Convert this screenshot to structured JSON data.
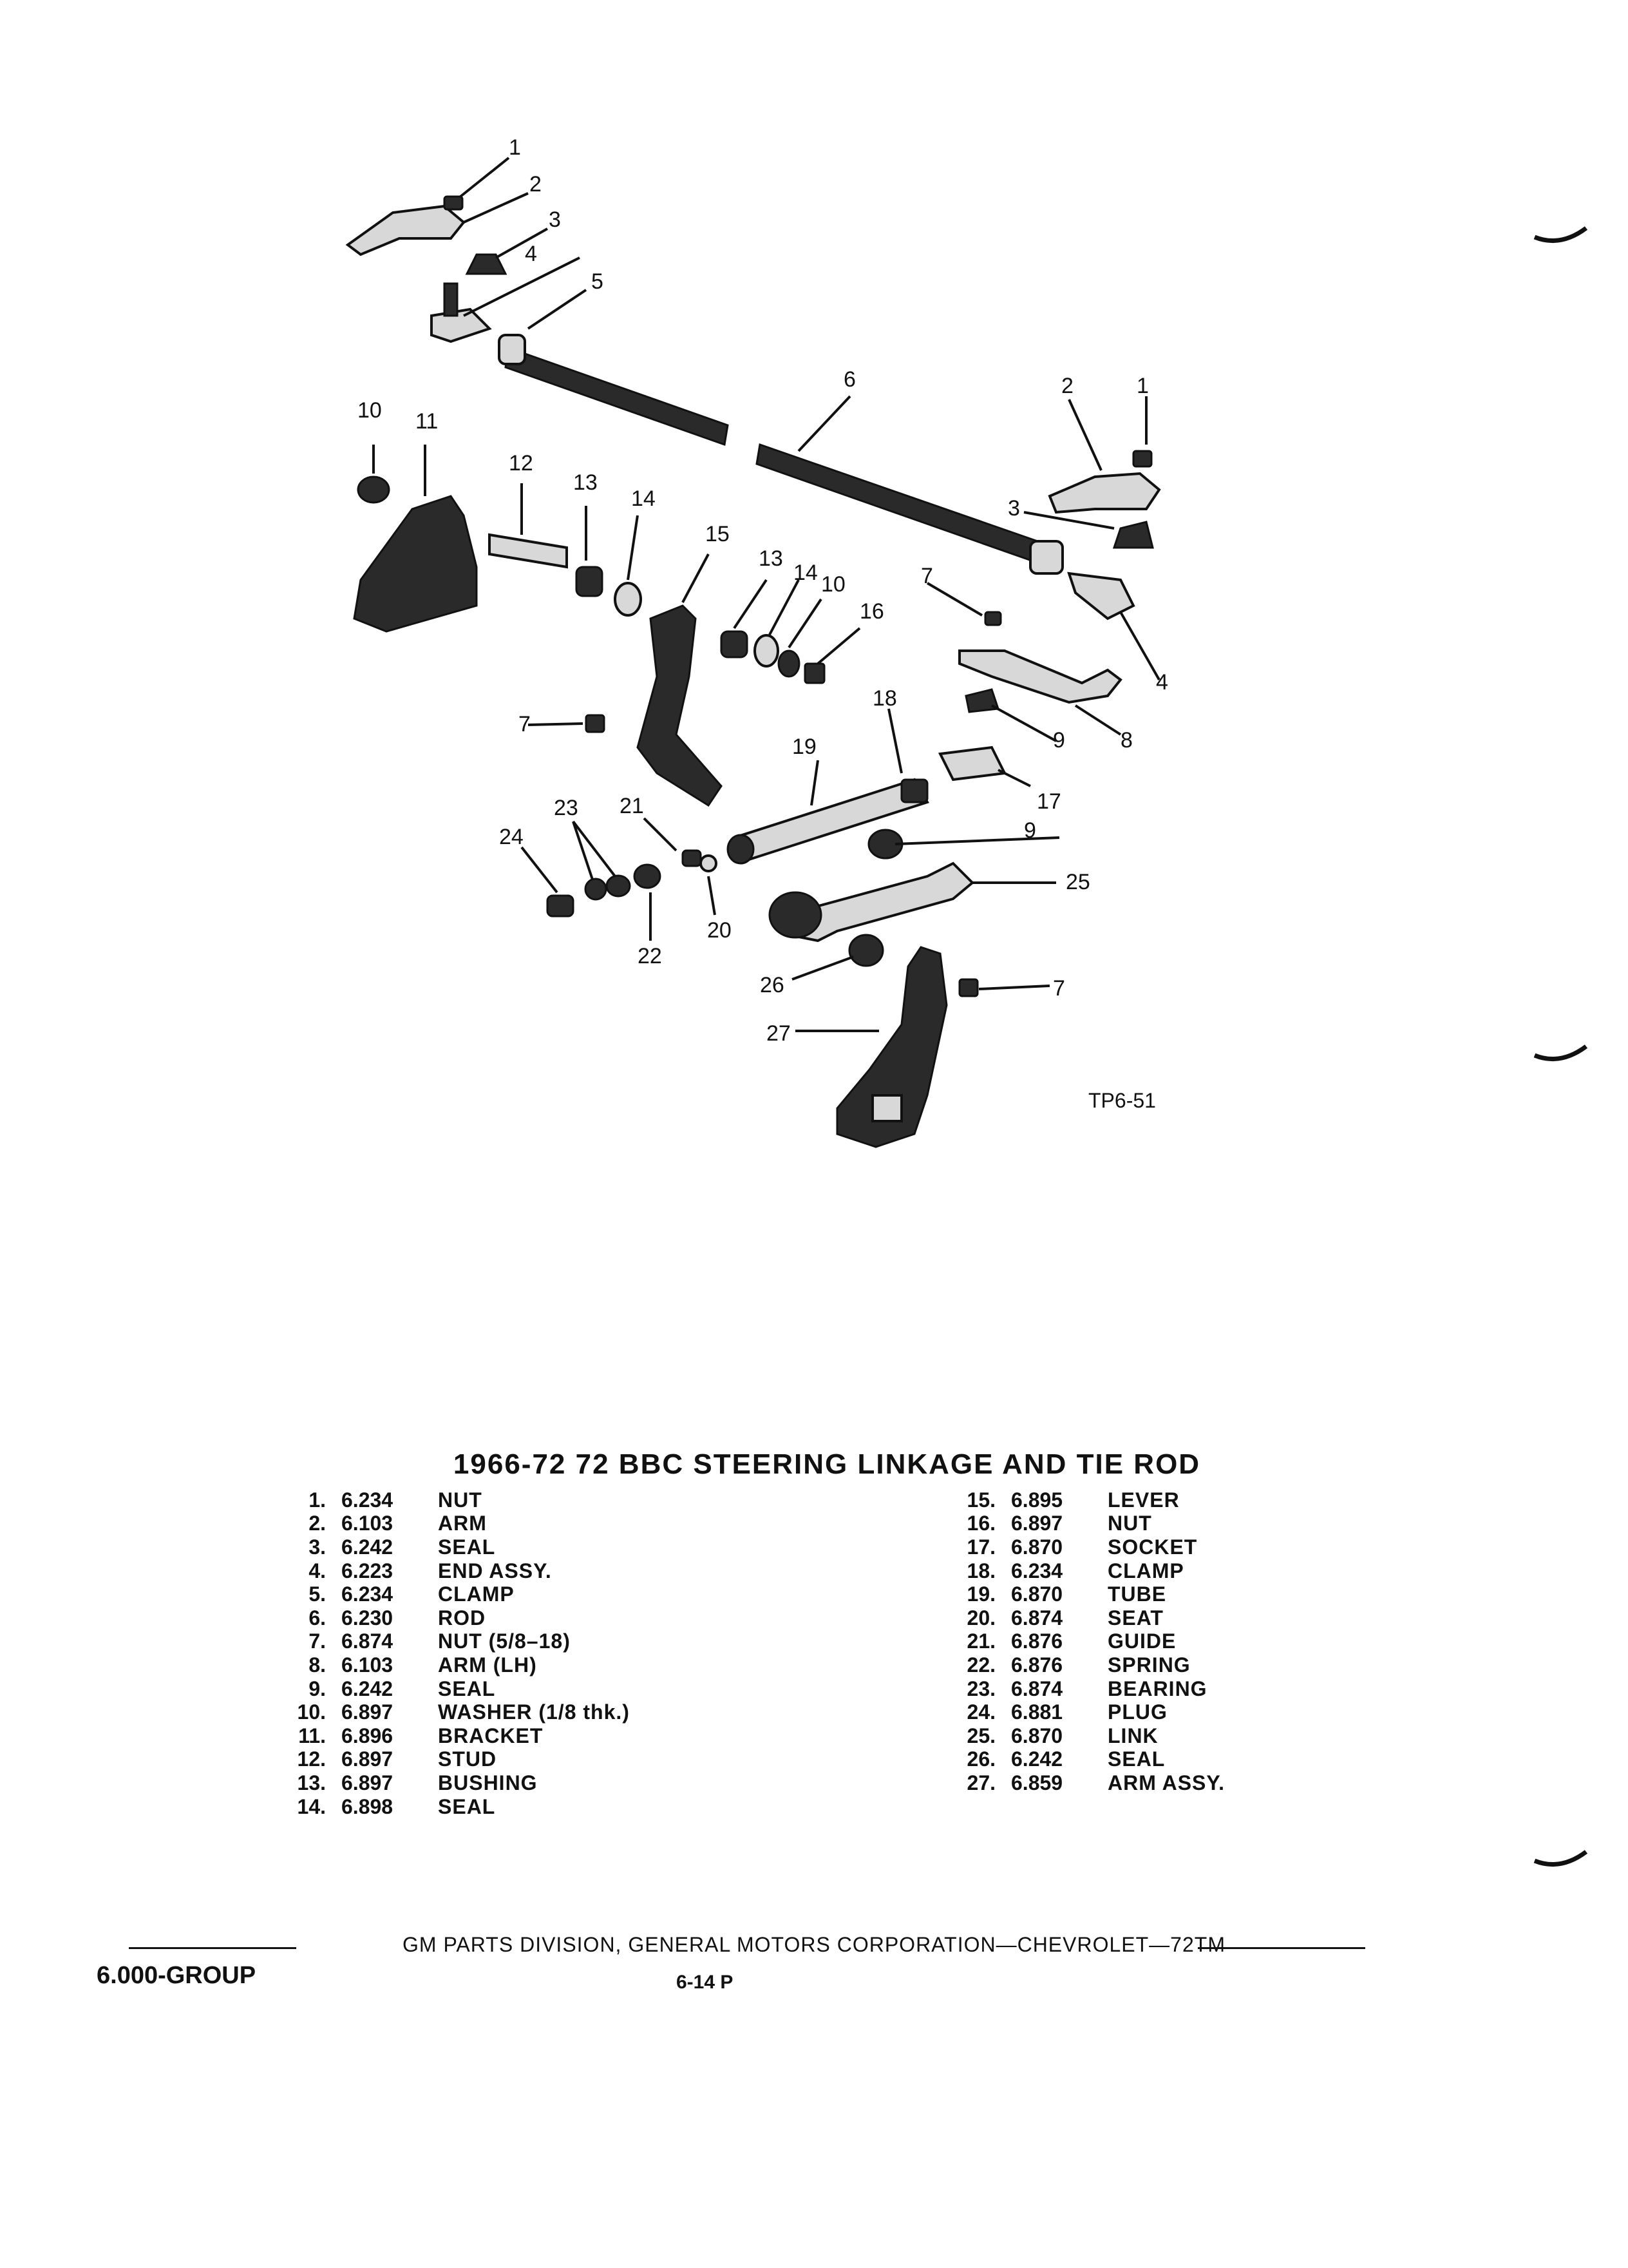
{
  "figure": {
    "code": "TP6-51",
    "callouts": [
      "1",
      "2",
      "3",
      "4",
      "5",
      "6",
      "7",
      "8",
      "9",
      "10",
      "11",
      "12",
      "13",
      "14",
      "15",
      "16",
      "17",
      "18",
      "19",
      "20",
      "21",
      "22",
      "23",
      "24",
      "25",
      "26",
      "27"
    ]
  },
  "title": "1966-72 72 BBC STEERING LINKAGE AND TIE ROD",
  "legend_left": [
    {
      "num": "1.",
      "code": "6.234",
      "desc": "NUT"
    },
    {
      "num": "2.",
      "code": "6.103",
      "desc": "ARM"
    },
    {
      "num": "3.",
      "code": "6.242",
      "desc": "SEAL"
    },
    {
      "num": "4.",
      "code": "6.223",
      "desc": "END ASSY."
    },
    {
      "num": "5.",
      "code": "6.234",
      "desc": "CLAMP"
    },
    {
      "num": "6.",
      "code": "6.230",
      "desc": "ROD"
    },
    {
      "num": "7.",
      "code": "6.874",
      "desc": "NUT (5/8–18)"
    },
    {
      "num": "8.",
      "code": "6.103",
      "desc": "ARM (LH)"
    },
    {
      "num": "9.",
      "code": "6.242",
      "desc": "SEAL"
    },
    {
      "num": "10.",
      "code": "6.897",
      "desc": "WASHER (1/8 thk.)"
    },
    {
      "num": "11.",
      "code": "6.896",
      "desc": "BRACKET"
    },
    {
      "num": "12.",
      "code": "6.897",
      "desc": "STUD"
    },
    {
      "num": "13.",
      "code": "6.897",
      "desc": "BUSHING"
    },
    {
      "num": "14.",
      "code": "6.898",
      "desc": "SEAL"
    }
  ],
  "legend_right": [
    {
      "num": "15.",
      "code": "6.895",
      "desc": "LEVER"
    },
    {
      "num": "16.",
      "code": "6.897",
      "desc": "NUT"
    },
    {
      "num": "17.",
      "code": "6.870",
      "desc": "SOCKET"
    },
    {
      "num": "18.",
      "code": "6.234",
      "desc": "CLAMP"
    },
    {
      "num": "19.",
      "code": "6.870",
      "desc": "TUBE"
    },
    {
      "num": "20.",
      "code": "6.874",
      "desc": "SEAT"
    },
    {
      "num": "21.",
      "code": "6.876",
      "desc": "GUIDE"
    },
    {
      "num": "22.",
      "code": "6.876",
      "desc": "SPRING"
    },
    {
      "num": "23.",
      "code": "6.874",
      "desc": "BEARING"
    },
    {
      "num": "24.",
      "code": "6.881",
      "desc": "PLUG"
    },
    {
      "num": "25.",
      "code": "6.870",
      "desc": "LINK"
    },
    {
      "num": "26.",
      "code": "6.242",
      "desc": "SEAL"
    },
    {
      "num": "27.",
      "code": "6.859",
      "desc": "ARM ASSY."
    }
  ],
  "footer": {
    "text": "GM PARTS DIVISION, GENERAL MOTORS CORPORATION—CHEVROLET—72TM",
    "group": "6.000-GROUP",
    "page": "6-14 P"
  }
}
